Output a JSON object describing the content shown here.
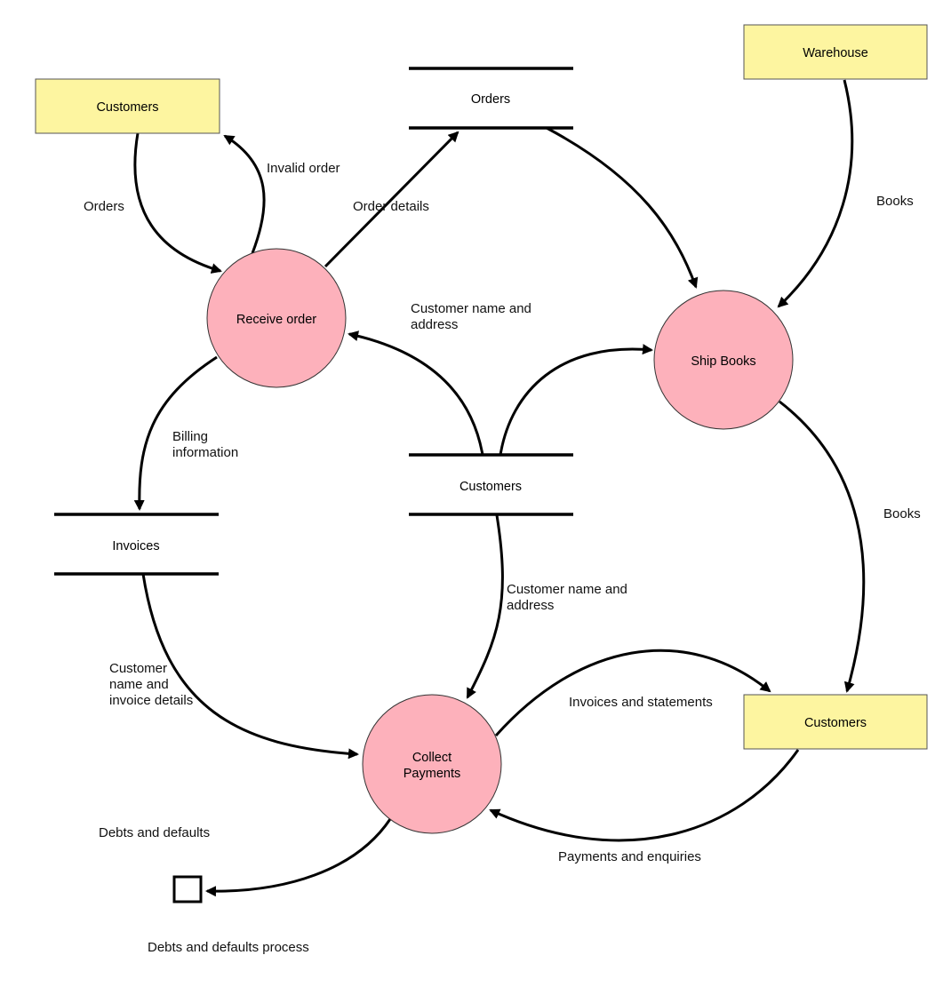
{
  "entities": {
    "customers_top": "Customers",
    "warehouse": "Warehouse",
    "customers_bottom": "Customers"
  },
  "processes": {
    "receive_order": "Receive order",
    "ship_books": "Ship Books",
    "collect_payments": [
      "Collect",
      "Payments"
    ]
  },
  "stores": {
    "orders": "Orders",
    "customers": "Customers",
    "invoices": "Invoices"
  },
  "flows": {
    "orders": "Orders",
    "invalid_order": "Invalid order",
    "order_details": "Order details",
    "books_in": "Books",
    "customer_name_address_1": [
      "Customer name and",
      "address"
    ],
    "billing_information": [
      "Billing",
      "information"
    ],
    "books_out": "Books",
    "customer_name_address_2": [
      "Customer name and",
      "address"
    ],
    "customer_invoice_details": [
      "Customer",
      "name and",
      "invoice details"
    ],
    "invoices_statements": "Invoices and statements",
    "payments_enquiries": "Payments and enquiries",
    "debts_defaults": "Debts and defaults"
  },
  "terminator": {
    "label": "Debts and defaults process"
  }
}
